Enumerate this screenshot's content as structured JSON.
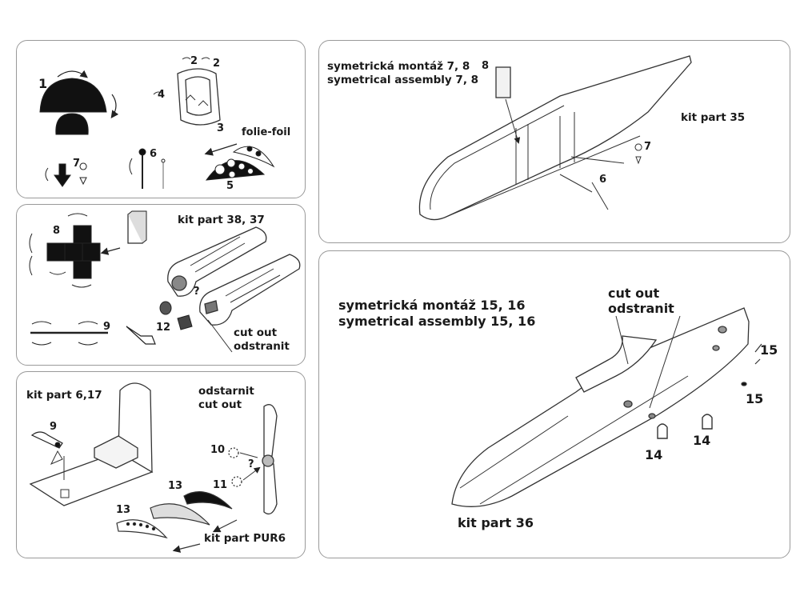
{
  "panels": {
    "p1": {
      "labels": {
        "n1": "1",
        "n2a": "2",
        "n2b": "2",
        "n3": "3",
        "n4": "4",
        "n5": "5",
        "n6": "6",
        "n7": "7",
        "foil": "folie-foil"
      }
    },
    "p2": {
      "title": "kit part 38, 37",
      "n8": "8",
      "n9": "9",
      "n12": "12",
      "q": "?",
      "cut_out": "cut out",
      "odstranit": "odstranit"
    },
    "p3": {
      "title": "kit part 6,17",
      "n9": "9",
      "n10": "10",
      "n11": "11",
      "n13a": "13",
      "n13b": "13",
      "q": "?",
      "odstarnit": "odstarnit",
      "cut_out": "cut out",
      "pur": "kit part PUR6"
    },
    "p4": {
      "sym_cz": "symetrická montáž 7, 8",
      "sym_en": "symetrical assembly 7, 8",
      "n8": "8",
      "n7": "7",
      "n6": "6",
      "kit_part": "kit part 35"
    },
    "p5": {
      "sym_cz": "symetrická montáž 15, 16",
      "sym_en": "symetrical assembly 15, 16",
      "cut_out": "cut out",
      "odstranit": "odstranit",
      "n15a": "15",
      "n15b": "15",
      "n14a": "14",
      "n14b": "14",
      "kit_part": "kit part 36"
    }
  }
}
